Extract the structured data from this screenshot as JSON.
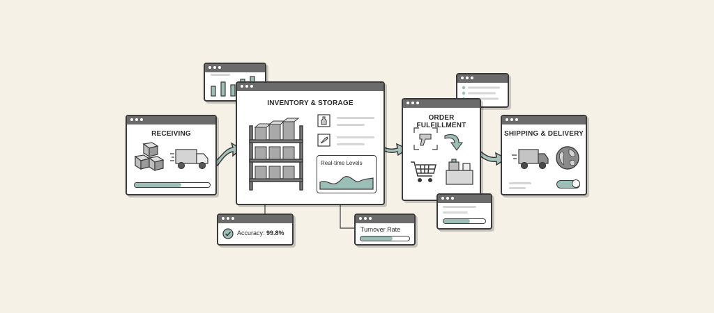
{
  "receiving": {
    "title": "RECEIVING",
    "progress": 0.62
  },
  "inventory": {
    "title": "INVENTORY & STORAGE",
    "chart_label": "Real-time Levels"
  },
  "fulfillment": {
    "title": "ORDER FULFILLMENT",
    "progress": 0.64
  },
  "shipping": {
    "title": "SHIPPING & DELIVERY",
    "toggle_on": true
  },
  "accuracy": {
    "label": "Accuracy:",
    "value": "99.8%"
  },
  "turnover": {
    "label": "Turnover Rate",
    "progress": 0.66
  },
  "colors": {
    "accent": "#9bbfb6",
    "outline": "#3a3a3a",
    "background": "#f5f1e7",
    "titlebar": "#6b6b6b"
  }
}
